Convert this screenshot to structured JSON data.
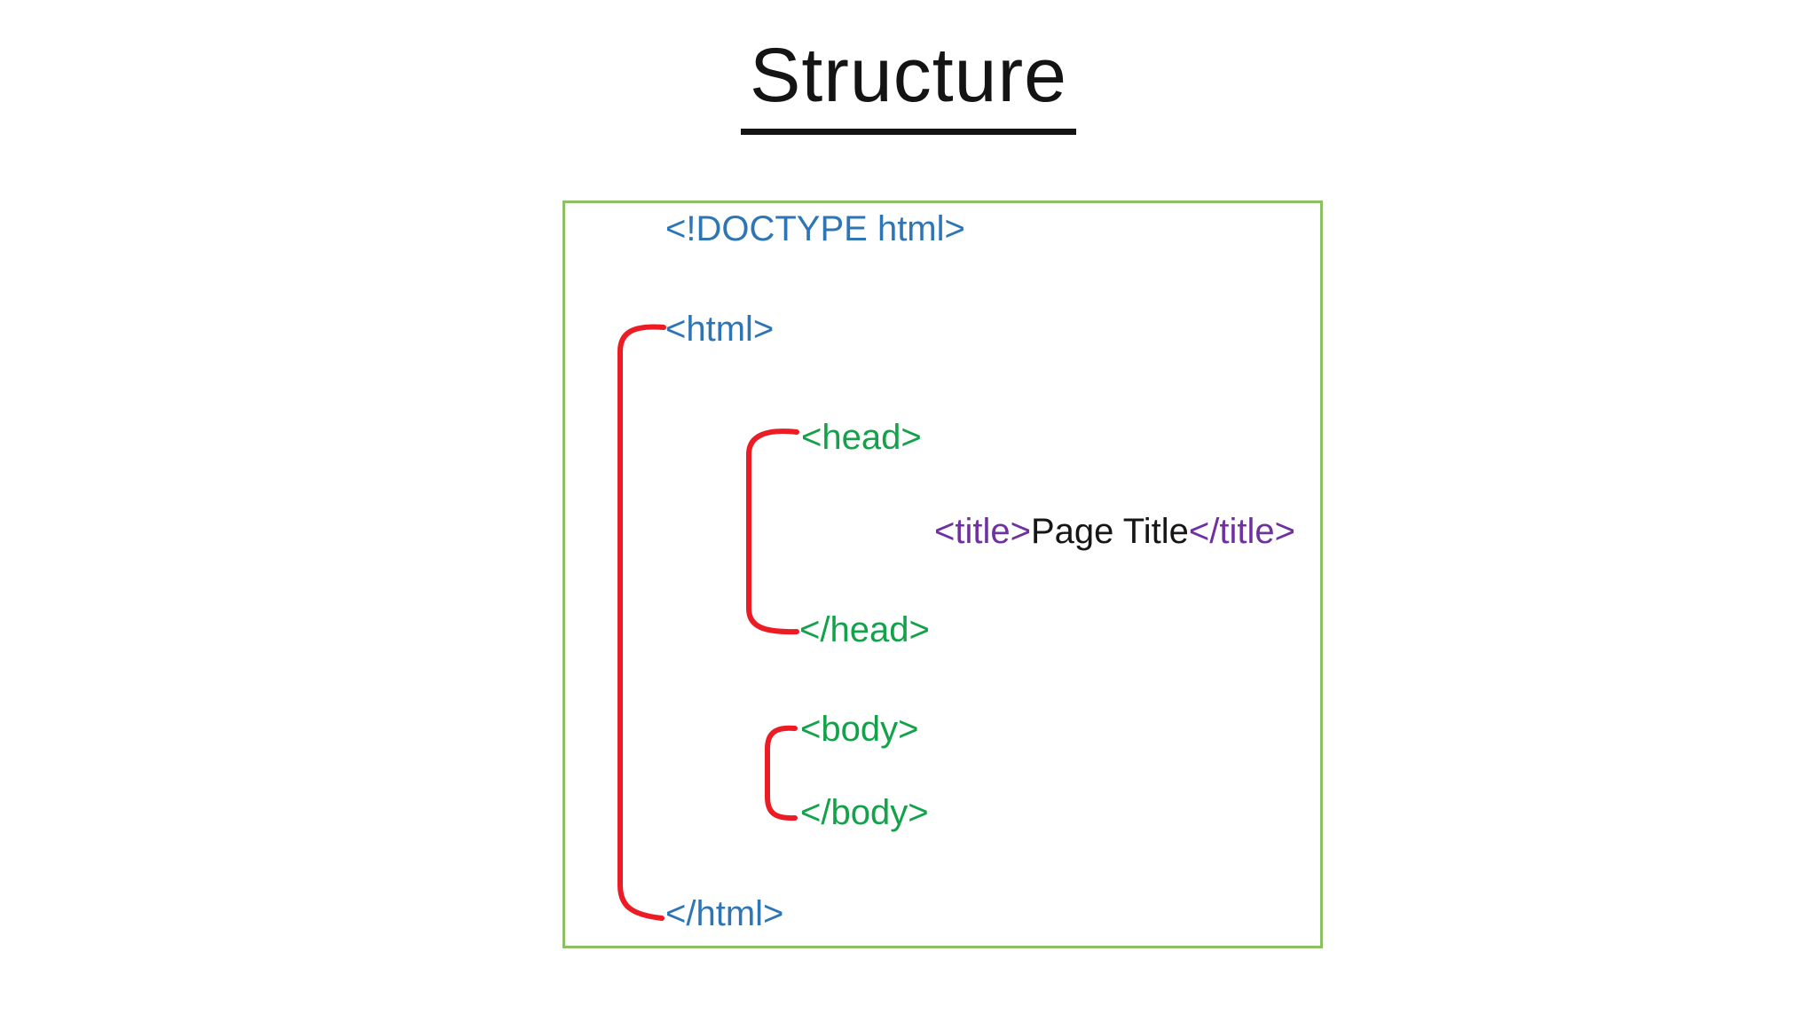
{
  "slide": {
    "title": "Structure"
  },
  "diagram": {
    "doctype": "<!DOCTYPE html>",
    "html_open": "<html>",
    "head_open": "<head>",
    "title_open": "<title>",
    "title_text": "Page Title",
    "title_close": "</title>",
    "head_close": "</head>",
    "body_open": "<body>",
    "body_close": "</body>",
    "html_close": "</html>"
  },
  "colors": {
    "html_tag_blue": "#2e75b6",
    "head_body_tag_green": "#13a24a",
    "title_tag_purple": "#7030a0",
    "title_text_black": "#161616",
    "nesting_bracket_red": "#ec1c24",
    "box_border_green": "#8dc063",
    "heading_black": "#141414"
  }
}
